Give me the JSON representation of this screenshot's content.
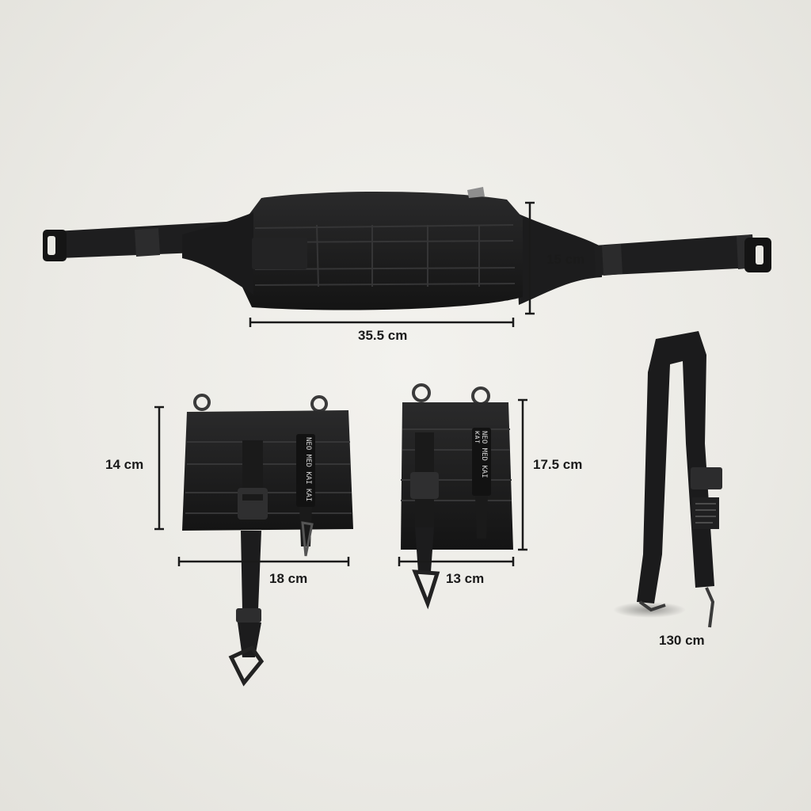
{
  "dimensions": {
    "waist_bag_height": "15 cm",
    "waist_bag_width": "35.5 cm",
    "pouch_large_height": "14 cm",
    "pouch_large_width": "18 cm",
    "pouch_small_height": "17.5 cm",
    "pouch_small_width": "13 cm",
    "strap_length": "130 cm"
  },
  "branding": {
    "tab_text": "NEO MED KAI KAI"
  },
  "colors": {
    "background": "#ecebe6",
    "product": "#1c1c1d",
    "measure_line": "#1a1a1a"
  }
}
